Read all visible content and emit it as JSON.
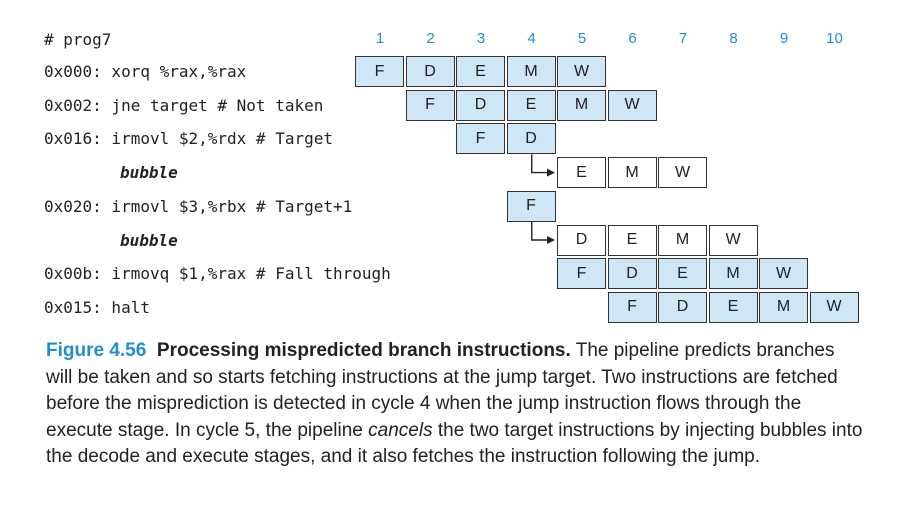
{
  "program_label": "# prog7",
  "cycles": [
    "1",
    "2",
    "3",
    "4",
    "5",
    "6",
    "7",
    "8",
    "9",
    "10"
  ],
  "rows": [
    {
      "text": "0x000: xorq %rax,%rax",
      "bubble": false,
      "stages": [
        {
          "cycle": 1,
          "label": "F"
        },
        {
          "cycle": 2,
          "label": "D"
        },
        {
          "cycle": 3,
          "label": "E"
        },
        {
          "cycle": 4,
          "label": "M"
        },
        {
          "cycle": 5,
          "label": "W"
        }
      ]
    },
    {
      "text": "0x002: jne target # Not taken",
      "bubble": false,
      "stages": [
        {
          "cycle": 2,
          "label": "F"
        },
        {
          "cycle": 3,
          "label": "D"
        },
        {
          "cycle": 4,
          "label": "E"
        },
        {
          "cycle": 5,
          "label": "M"
        },
        {
          "cycle": 6,
          "label": "W"
        }
      ]
    },
    {
      "text": "0x016: irmovl $2,%rdx # Target",
      "bubble": false,
      "stages": [
        {
          "cycle": 3,
          "label": "F"
        },
        {
          "cycle": 4,
          "label": "D"
        }
      ]
    },
    {
      "text": "bubble",
      "bubble": true,
      "stages": [
        {
          "cycle": 5,
          "label": "E"
        },
        {
          "cycle": 6,
          "label": "M"
        },
        {
          "cycle": 7,
          "label": "W"
        }
      ]
    },
    {
      "text": "0x020: irmovl $3,%rbx # Target+1",
      "bubble": false,
      "stages": [
        {
          "cycle": 4,
          "label": "F"
        }
      ]
    },
    {
      "text": "bubble",
      "bubble": true,
      "stages": [
        {
          "cycle": 5,
          "label": "D"
        },
        {
          "cycle": 6,
          "label": "E"
        },
        {
          "cycle": 7,
          "label": "M"
        },
        {
          "cycle": 8,
          "label": "W"
        }
      ]
    },
    {
      "text": "0x00b: irmovq $1,%rax # Fall through",
      "bubble": false,
      "stages": [
        {
          "cycle": 5,
          "label": "F"
        },
        {
          "cycle": 6,
          "label": "D"
        },
        {
          "cycle": 7,
          "label": "E"
        },
        {
          "cycle": 8,
          "label": "M"
        },
        {
          "cycle": 9,
          "label": "W"
        }
      ]
    },
    {
      "text": "0x015: halt",
      "bubble": false,
      "stages": [
        {
          "cycle": 6,
          "label": "F"
        },
        {
          "cycle": 7,
          "label": "D"
        },
        {
          "cycle": 8,
          "label": "E"
        },
        {
          "cycle": 9,
          "label": "M"
        },
        {
          "cycle": 10,
          "label": "W"
        }
      ]
    }
  ],
  "caption": {
    "figure": "Figure 4.56",
    "title": "Processing mispredicted branch instructions.",
    "part1": " The pipeline predicts branches will be taken and so starts fetching instructions at the jump target. Two instructions are fetched before the misprediction is detected in cycle 4 when the jump instruction flows through the execute stage. In cycle 5, the pipeline ",
    "emph": "cancels",
    "part2": " the two target instructions by injecting bubbles into the decode and execute stages, and it also fetches the instruction following the jump."
  },
  "colors": {
    "accent": "#1f8fd0",
    "box_fill": "#cfe6f4",
    "bubble_fill": "#ffffff",
    "border": "#333333"
  }
}
